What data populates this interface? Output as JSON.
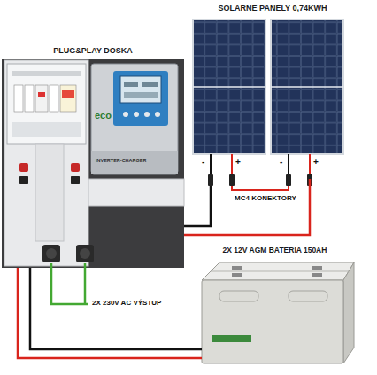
{
  "diagram": {
    "nodes": [
      {
        "text": [
          "PLUG&PLAY DOSKA"
        ]
      },
      {
        "text": [
          "eco",
          "INVERTER-CHARGER"
        ],
        "in": 0
      },
      {
        "text": [
          "SOLARNE PANELY 0,74KWH"
        ]
      },
      {
        "text": [
          "2X 12V AGM BATÉRIA 150AH"
        ]
      }
    ],
    "edges": [
      {
        "from": 0,
        "to": 2,
        "arrow": "none"
      },
      {
        "from": 0,
        "to": 3,
        "arrow": "none"
      }
    ],
    "labels": [
      "-",
      "+",
      "-",
      "+",
      "MC4 KONEKTORY",
      "2X 230V AC VÝSTUP"
    ]
  }
}
